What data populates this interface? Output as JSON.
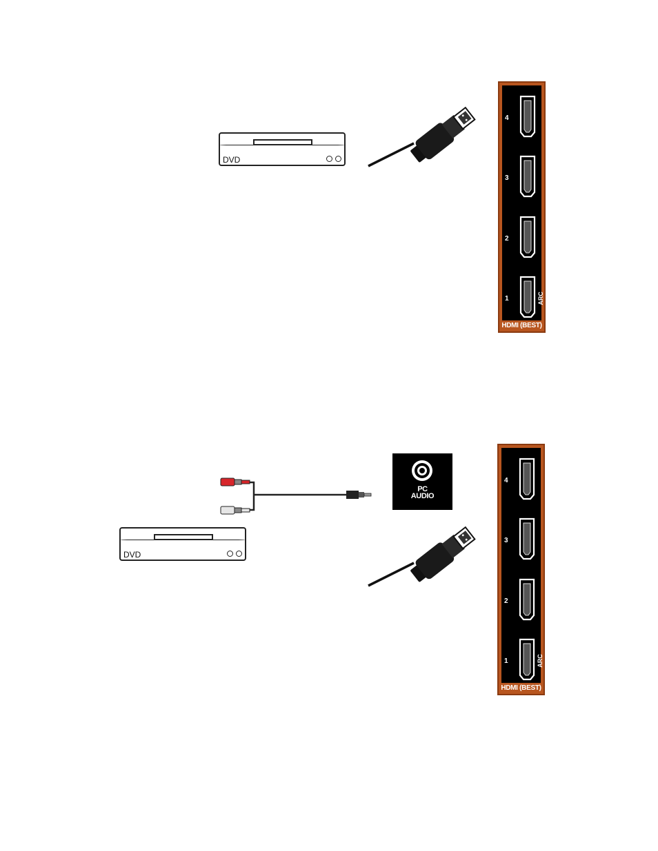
{
  "diagram_top": {
    "device_label": "DVD",
    "panel": {
      "footer": "HDMI (BEST)",
      "ports": [
        {
          "number": "4"
        },
        {
          "number": "3"
        },
        {
          "number": "2"
        },
        {
          "number": "1",
          "tag": "ARC"
        }
      ]
    }
  },
  "diagram_bottom": {
    "device_label": "DVD",
    "pc_audio_label_line1": "PC",
    "pc_audio_label_line2": "AUDIO",
    "panel": {
      "footer": "HDMI (BEST)",
      "ports": [
        {
          "number": "4"
        },
        {
          "number": "3"
        },
        {
          "number": "2"
        },
        {
          "number": "1",
          "tag": "ARC"
        }
      ]
    }
  },
  "colors": {
    "panel_orange": "#b8561f",
    "rca_red": "#d8262b",
    "rca_white": "#e6e6e6"
  }
}
